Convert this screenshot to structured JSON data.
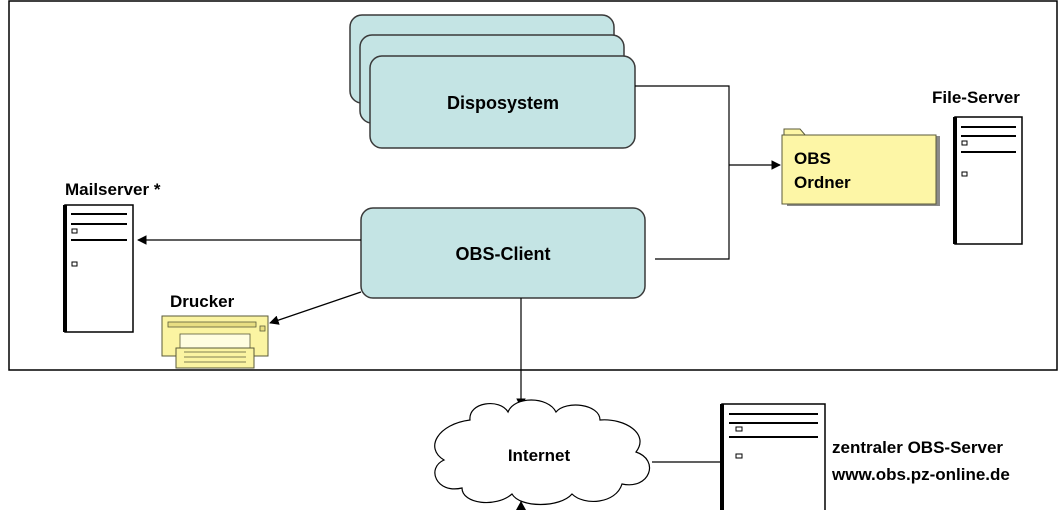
{
  "nodes": {
    "disposystem": {
      "label": "Disposystem"
    },
    "obs_client": {
      "label": "OBS-Client"
    },
    "obs_folder": {
      "line1": "OBS",
      "line2": "Ordner"
    },
    "file_server": {
      "label": "File-Server"
    },
    "mailserver": {
      "label": "Mailserver *"
    },
    "printer": {
      "label": "Drucker"
    },
    "internet": {
      "label": "Internet"
    },
    "central_server": {
      "line1": "zentraler OBS-Server",
      "line2": "www.obs.pz-online.de"
    }
  },
  "colors": {
    "box_fill": "#c4e4e4",
    "box_stroke": "#3a3a3a",
    "folder_fill": "#fdf6a6",
    "printer_fill": "#fbf4a2",
    "line": "#000000",
    "background": "#ffffff"
  },
  "icons": [
    "server-icon",
    "folder-icon",
    "printer-icon",
    "cloud-icon"
  ]
}
